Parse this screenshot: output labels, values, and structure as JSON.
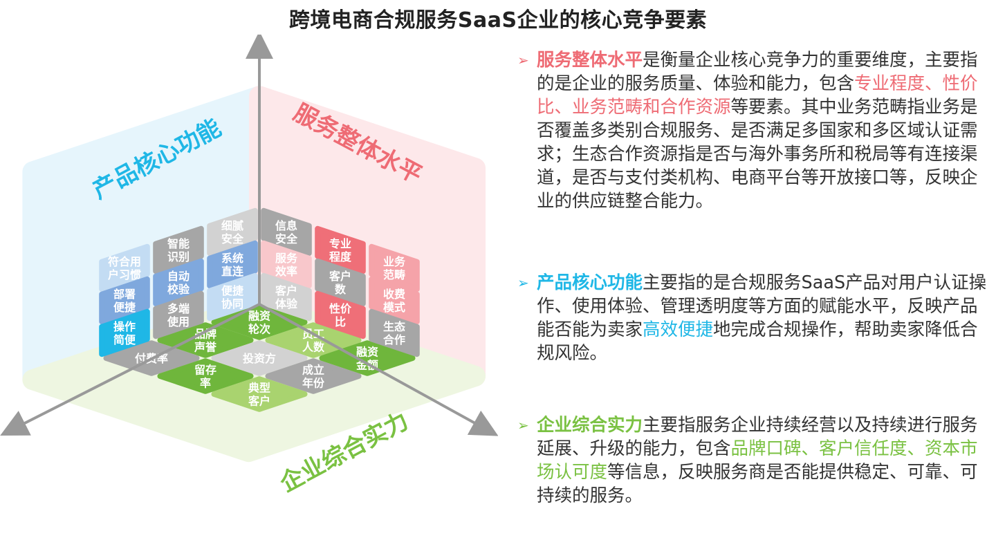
{
  "title": "跨境电商合规服务SaaS企业的核心竞争要素",
  "colors": {
    "service": "#ee6b74",
    "product": "#1fb7e6",
    "company": "#7ac142",
    "gray": "#a7a7a7",
    "text": "#333333"
  },
  "faces": {
    "product": {
      "label": "产品核心功能",
      "tiles": [
        {
          "lines": [
            "符合用",
            "户习惯"
          ],
          "style": "lightblue"
        },
        {
          "lines": [
            "智能",
            "识别"
          ],
          "style": "gray"
        },
        {
          "lines": [
            "细腻",
            "安全"
          ],
          "style": "lightgray"
        },
        {
          "lines": [
            "部署",
            "便捷"
          ],
          "style": "blue"
        },
        {
          "lines": [
            "自动",
            "校验"
          ],
          "style": "blue"
        },
        {
          "lines": [
            "系统",
            "直连"
          ],
          "style": "blue"
        },
        {
          "lines": [
            "操作",
            "简便"
          ],
          "style": "cyan"
        },
        {
          "lines": [
            "多端",
            "使用"
          ],
          "style": "gray"
        },
        {
          "lines": [
            "便捷",
            "协同"
          ],
          "style": "lightblue"
        }
      ]
    },
    "service": {
      "label": "服务整体水平",
      "tiles": [
        {
          "lines": [
            "信息",
            "安全"
          ],
          "style": "gray"
        },
        {
          "lines": [
            "专业",
            "程度"
          ],
          "style": "red"
        },
        {
          "lines": [
            "业务",
            "范畴"
          ],
          "style": "pink"
        },
        {
          "lines": [
            "服务",
            "效率"
          ],
          "style": "lightpink"
        },
        {
          "lines": [
            "客户",
            "数"
          ],
          "style": "gray"
        },
        {
          "lines": [
            "收费",
            "模式"
          ],
          "style": "pink"
        },
        {
          "lines": [
            "客户",
            "体验"
          ],
          "style": "lightgray"
        },
        {
          "lines": [
            "性价",
            "比"
          ],
          "style": "red"
        },
        {
          "lines": [
            "生态",
            "合作"
          ],
          "style": "gray"
        }
      ]
    },
    "company": {
      "label": "企业综合实力",
      "tiles": [
        {
          "lines": [
            "融资",
            "轮次"
          ],
          "style": "green"
        },
        {
          "lines": [
            "员工",
            "人数"
          ],
          "style": "lightgreen"
        },
        {
          "lines": [
            "融资",
            "金额"
          ],
          "style": "green"
        },
        {
          "lines": [
            "品牌",
            "声誉"
          ],
          "style": "green"
        },
        {
          "lines": [
            "投资方"
          ],
          "style": "lightgray"
        },
        {
          "lines": [
            "成立",
            "年份"
          ],
          "style": "gray"
        },
        {
          "lines": [
            "付费率"
          ],
          "style": "gray"
        },
        {
          "lines": [
            "留存",
            "率"
          ],
          "style": "green"
        },
        {
          "lines": [
            "典型",
            "客户"
          ],
          "style": "lightgreen"
        }
      ]
    }
  },
  "paragraphs": [
    {
      "arrow": "➢",
      "arrow_color": "#ee6b74",
      "segments": [
        {
          "text": "服务整体水平",
          "color": "#ee6b74",
          "bold": true
        },
        {
          "text": "是衡量企业核心竞争力的重要维度，主要指的是企业的服务质量、体验和能力，包含",
          "color": "#333333",
          "bold": false
        },
        {
          "text": "专业程度、性价比、业务范畴和合作资源",
          "color": "#ee6b74",
          "bold": false
        },
        {
          "text": "等要素。其中业务范畴指业务是否覆盖多类别合规服务、是否满足多国家和多区域认证需求；生态合作资源指是否与海外事务所和税局等有连接渠道，是否与支付类机构、电商平台等开放接口等，反映企业的供应链整合能力。",
          "color": "#333333",
          "bold": false
        }
      ]
    },
    {
      "arrow": "➢",
      "arrow_color": "#1fb7e6",
      "segments": [
        {
          "text": "产品核心功能",
          "color": "#1fb7e6",
          "bold": true
        },
        {
          "text": "主要指的是合规服务SaaS产品对用户认证操作、使用体验、管理透明度等方面的赋能水平，反映产品能否能为卖家",
          "color": "#333333",
          "bold": false
        },
        {
          "text": "高效便捷",
          "color": "#1fb7e6",
          "bold": false
        },
        {
          "text": "地完成合规操作，帮助卖家降低合规风险。",
          "color": "#333333",
          "bold": false
        }
      ]
    },
    {
      "arrow": "➢",
      "arrow_color": "#7ac142",
      "segments": [
        {
          "text": "企业综合实力",
          "color": "#7ac142",
          "bold": true
        },
        {
          "text": "主要指服务企业持续经营以及持续进行服务延展、升级的能力，包含",
          "color": "#333333",
          "bold": false
        },
        {
          "text": "品牌口碑、客户信任度、资本市场认可度",
          "color": "#7ac142",
          "bold": false
        },
        {
          "text": "等信息，反映服务商是否能提供稳定、可靠、可持续的服务。",
          "color": "#333333",
          "bold": false
        }
      ]
    }
  ]
}
